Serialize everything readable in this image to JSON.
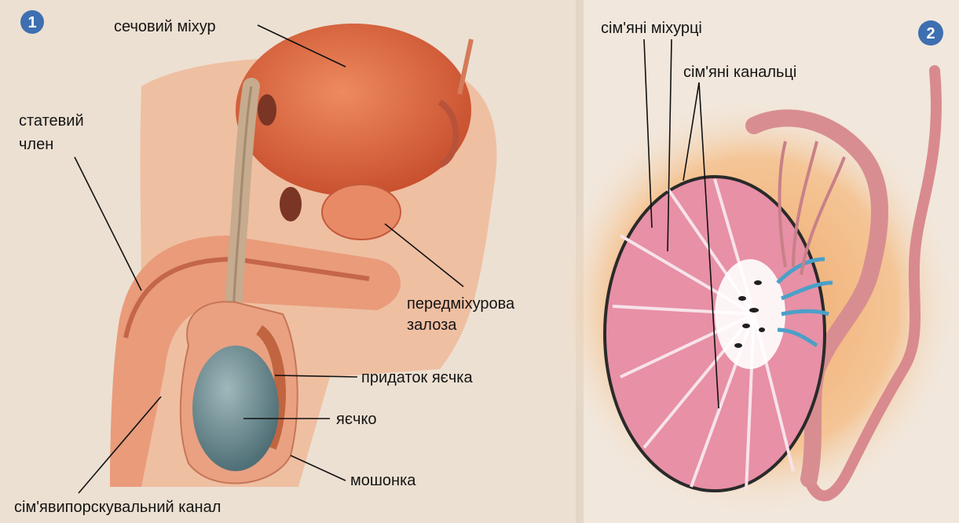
{
  "panel_left": {
    "number": "1",
    "labels": {
      "bladder": "сечовий міхур",
      "penis_line1": "статевий",
      "penis_line2": "член",
      "prostate_line1": "передміхурова",
      "prostate_line2": "залоза",
      "epididymis": "придаток яєчка",
      "testis": "яєчко",
      "scrotum": "мошонка",
      "ejaculatory_duct": "сім'явипорскувальний канал"
    }
  },
  "panel_right": {
    "number": "2",
    "labels": {
      "seminal_vesicles": "сім'яні міхурці",
      "seminiferous_tubules": "сім'яні канальці"
    }
  },
  "colors": {
    "badge": "#3e6fb0",
    "paper": "#f3e9de",
    "tissue": "#e8a183",
    "organ": "#d9643f",
    "testis": "#6d8f95",
    "lobule": "#e790a6",
    "tubule_blue": "#4aa0c8"
  }
}
